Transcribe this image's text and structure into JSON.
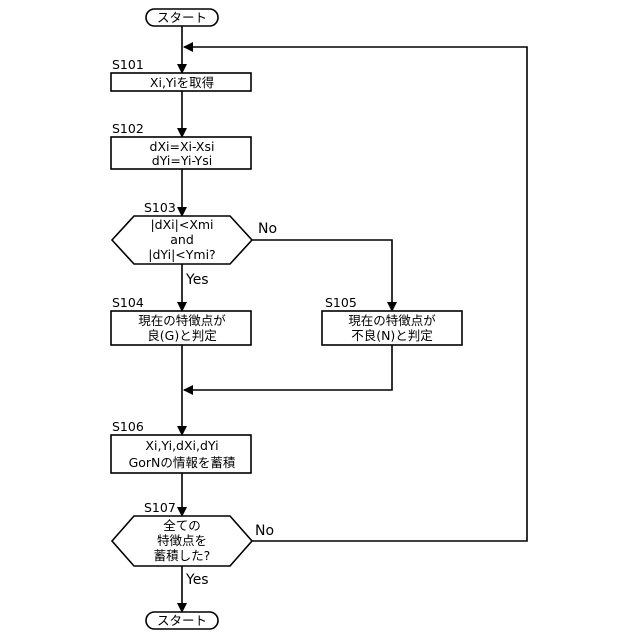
{
  "start": "スタート",
  "end": "スタート",
  "steps": {
    "s101": {
      "id": "S101",
      "lines": [
        "Xi,Yiを取得"
      ]
    },
    "s102": {
      "id": "S102",
      "lines": [
        "dXi=Xi-Xsi",
        "dYi=Yi-Ysi"
      ]
    },
    "s103": {
      "id": "S103",
      "lines": [
        "|dXi|<Xmi",
        "and",
        "|dYi|<Ymi?"
      ],
      "yes": "Yes",
      "no": "No"
    },
    "s104": {
      "id": "S104",
      "lines": [
        "現在の特徴点が",
        "良(G)と判定"
      ]
    },
    "s105": {
      "id": "S105",
      "lines": [
        "現在の特徴点が",
        "不良(N)と判定"
      ]
    },
    "s106": {
      "id": "S106",
      "lines": [
        "Xi,Yi,dXi,dYi",
        "GorNの情報を蓄積"
      ]
    },
    "s107": {
      "id": "S107",
      "lines": [
        "全ての",
        "特徴点を",
        "蓄積した?"
      ],
      "yes": "Yes",
      "no": "No"
    }
  }
}
